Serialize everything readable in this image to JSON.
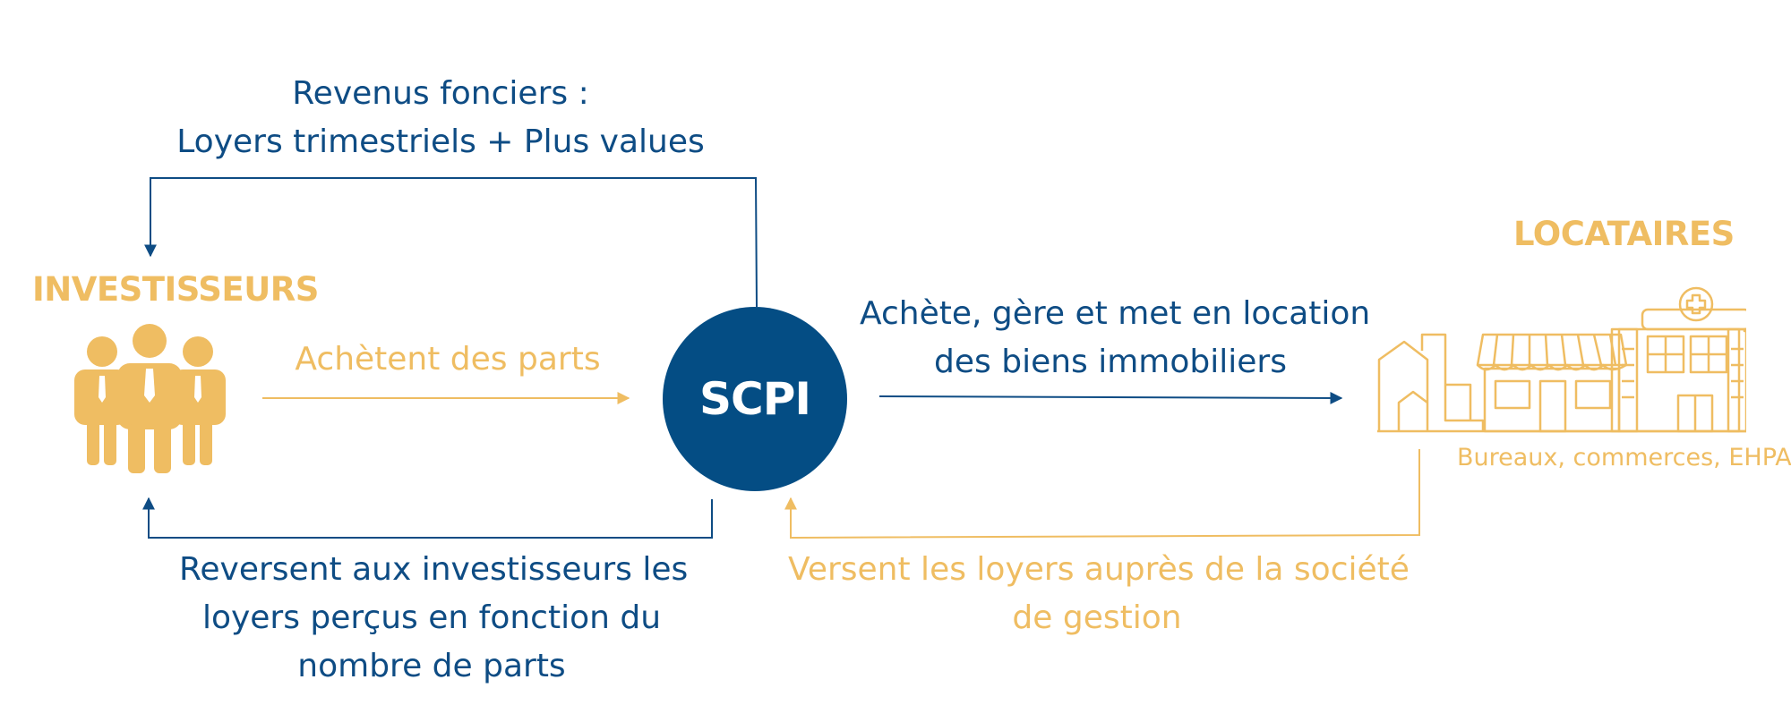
{
  "colors": {
    "blue": "#0e4c84",
    "circle": "#044d84",
    "gold": "#efbd62"
  },
  "nodes": {
    "investors": {
      "title": "INVESTISSEURS",
      "icon": "people-icon"
    },
    "scpi": {
      "label": "SCPI"
    },
    "tenants": {
      "title": "LOCATAIRES",
      "icon": "buildings-icon",
      "subtitle": "Bureaux, commerces, EHPAD"
    }
  },
  "flows": {
    "revenus": {
      "line1": "Revenus fonciers :",
      "line2": "Loyers trimestriels + Plus values"
    },
    "achetent": {
      "text": "Achètent des parts"
    },
    "achete": {
      "line1": "Achète, gère et met en location",
      "line2": "des biens immobiliers"
    },
    "reversent": {
      "line1": "Reversent aux investisseurs les",
      "line2": "loyers perçus en fonction du",
      "line3": "nombre de parts"
    },
    "versent": {
      "line1": "Versent les loyers auprès de la société",
      "line2": "de gestion"
    }
  }
}
